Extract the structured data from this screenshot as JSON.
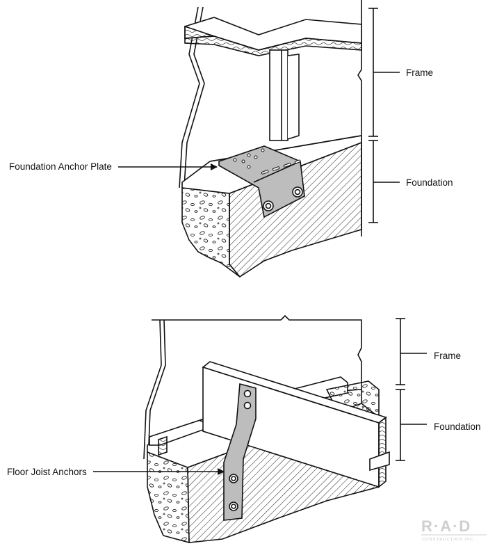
{
  "top_diagram": {
    "labels": {
      "frame": "Frame",
      "foundation": "Foundation",
      "callout": "Foundation Anchor Plate"
    }
  },
  "bottom_diagram": {
    "labels": {
      "frame": "Frame",
      "foundation": "Foundation",
      "callout": "Floor Joist Anchors"
    }
  },
  "logo": {
    "name": "R·A·D",
    "subtitle": "CONSTRUCTION INC."
  },
  "colors": {
    "line": "#111111",
    "metal": "#b9b9b9",
    "hatch": "#222222",
    "logo": "#cfcfcf"
  }
}
